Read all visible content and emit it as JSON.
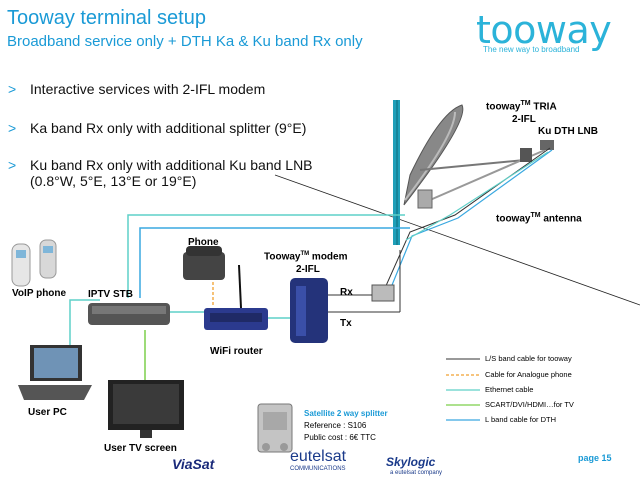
{
  "header": {
    "title": "Tooway terminal setup",
    "subtitle": "Broadband service only + DTH Ka & Ku band Rx only"
  },
  "logo": {
    "name": "tooway",
    "tagline": "The new way to broadband"
  },
  "bullets": [
    {
      "marker": ">",
      "text": "Interactive services with 2-IFL modem"
    },
    {
      "marker": ">",
      "text": "Ka band Rx only with additional splitter (9°E)"
    },
    {
      "marker": ">",
      "text": "Ku band Rx only with additional Ku band LNB"
    },
    {
      "marker": "",
      "text": "(0.8°W, 5°E, 13°E or 19°E)"
    }
  ],
  "labels": {
    "tria_1": "tooway",
    "tria_tm": "TM",
    "tria_2": " TRIA",
    "tria_3": "2-IFL",
    "ku_lnb": "Ku DTH LNB",
    "antenna_1": "tooway",
    "antenna_tm": "TM",
    "antenna_2": " antenna",
    "phone": "Phone",
    "modem_1": "Tooway",
    "modem_tm": "TM",
    "modem_2": " modem",
    "modem_3": "2-IFL",
    "rx": "Rx",
    "tx": "Tx",
    "voip": "VoIP phone",
    "iptv": "IPTV STB",
    "router": "WiFi router",
    "user_pc": "User PC",
    "user_tv": "User TV screen"
  },
  "legend": [
    {
      "text": "L/S band cable for tooway",
      "color": "#333333",
      "style": "solid"
    },
    {
      "text": "Cable for Analogue phone",
      "color": "#f0a030",
      "style": "dashed"
    },
    {
      "text": "Ethernet cable",
      "color": "#5fd0c8",
      "style": "solid"
    },
    {
      "text": "SCART/DVI/HDMI…for TV",
      "color": "#7ccf4a",
      "style": "solid"
    },
    {
      "text": "L band cable for DTH",
      "color": "#3aa8e0",
      "style": "solid"
    }
  ],
  "splitter": {
    "title": "Satellite 2 way splitter",
    "reference": "Reference : S106",
    "cost": "Public cost : 6€ TTC"
  },
  "footer": {
    "brands": [
      "ViaSat",
      "eutelsat",
      "COMMUNICATIONS",
      "Skylogic",
      "a eutelsat company"
    ],
    "page": "page 15"
  }
}
